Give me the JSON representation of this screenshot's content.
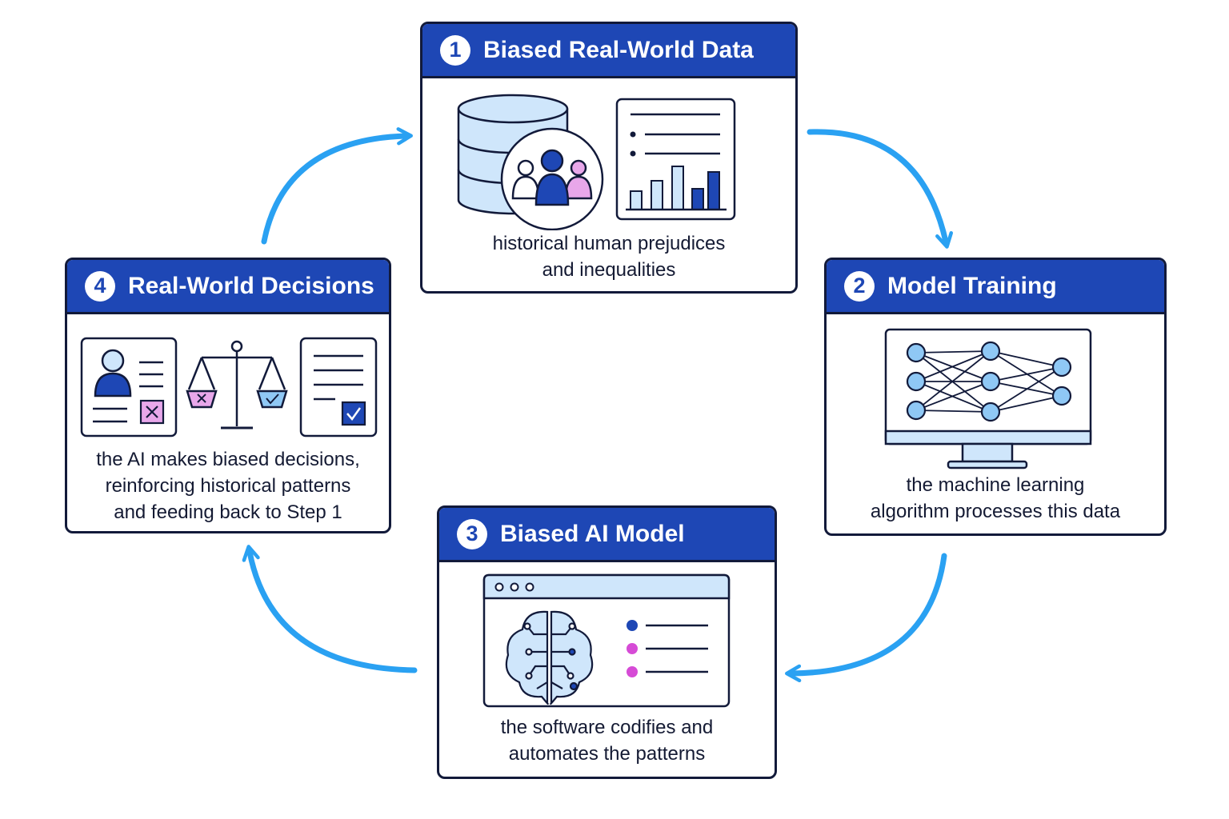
{
  "colors": {
    "header": "#1e47b5",
    "outline": "#121a3a",
    "arrow": "#2aa1f2",
    "light_blue": "#cfe6fb",
    "medium_blue": "#8fc8f5",
    "pink": "#e8a7ea",
    "magenta": "#d64bd6"
  },
  "steps": [
    {
      "number": "1",
      "title": "Biased Real-World Data",
      "caption": [
        "historical human prejudices",
        "and inequalities"
      ],
      "icons": [
        "database-icon",
        "people-group-icon",
        "report-chart-icon"
      ]
    },
    {
      "number": "2",
      "title": "Model Training",
      "caption": [
        "the machine learning",
        "algorithm processes this data"
      ],
      "icons": [
        "monitor-icon",
        "neural-network-icon"
      ]
    },
    {
      "number": "3",
      "title": "Biased AI Model",
      "caption": [
        "the software codifies and",
        "automates the patterns"
      ],
      "icons": [
        "app-window-icon",
        "brain-circuit-icon",
        "list-icon"
      ]
    },
    {
      "number": "4",
      "title": "Real-World Decisions",
      "caption": [
        "the AI makes biased decisions,",
        "reinforcing historical patterns",
        "and feeding back to Step 1"
      ],
      "icons": [
        "profile-card-rejected-icon",
        "balance-scale-icon",
        "document-approved-icon"
      ]
    }
  ]
}
